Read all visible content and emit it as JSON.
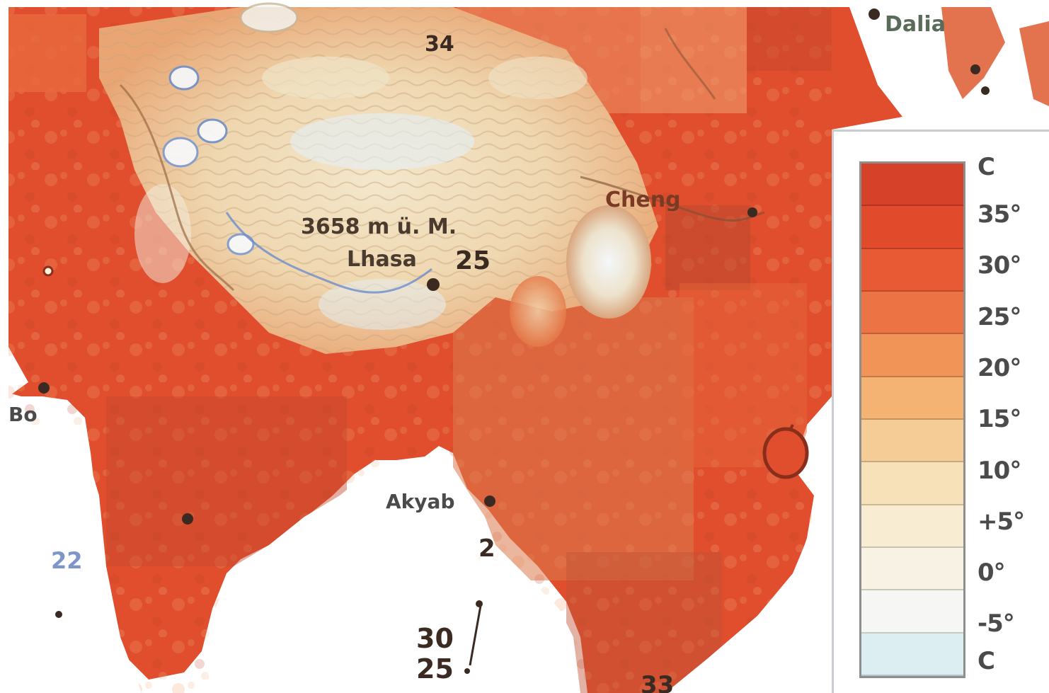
{
  "map": {
    "places": {
      "lhasa": "Lhasa",
      "akyab": "Akyab",
      "dalian": "Dalia",
      "chengdu": "Cheng",
      "mumbai_fragment": "Bo"
    },
    "elevation_label": "3658 m ü. M.",
    "temperatures": {
      "north_top": "34",
      "lhasa": "25",
      "bay_of_bengal_a": "30",
      "bay_of_bengal_b": "25",
      "bottom_right": "33",
      "akyab": "2",
      "south_india": "22"
    }
  },
  "legend": {
    "unit_top": "C",
    "unit_bottom": "C",
    "labels": [
      "35°",
      "30°",
      "25°",
      "20°",
      "15°",
      "10°",
      "+5°",
      "0°",
      "-5°"
    ],
    "band_colors": [
      "#d6412a",
      "#e24a2c",
      "#e85a33",
      "#ec7343",
      "#f09457",
      "#f4b273",
      "#f6cc96",
      "#f7e1b8",
      "#f8ecd2",
      "#f8f2e4",
      "#f6f7f4",
      "#ddeef2"
    ]
  }
}
